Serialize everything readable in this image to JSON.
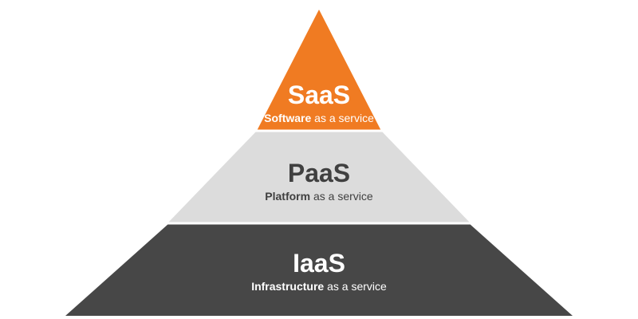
{
  "colors": {
    "saas": "#f07b22",
    "paas": "#dcdcdc",
    "iaas": "#474747",
    "divider": "#ffffff"
  },
  "tiers": [
    {
      "title": "SaaS",
      "sub_bold": "Software",
      "sub_rest": " as a service"
    },
    {
      "title": "PaaS",
      "sub_bold": "Platform",
      "sub_rest": " as a service"
    },
    {
      "title": "IaaS",
      "sub_bold": "Infrastructure",
      "sub_rest": " as a service"
    }
  ]
}
